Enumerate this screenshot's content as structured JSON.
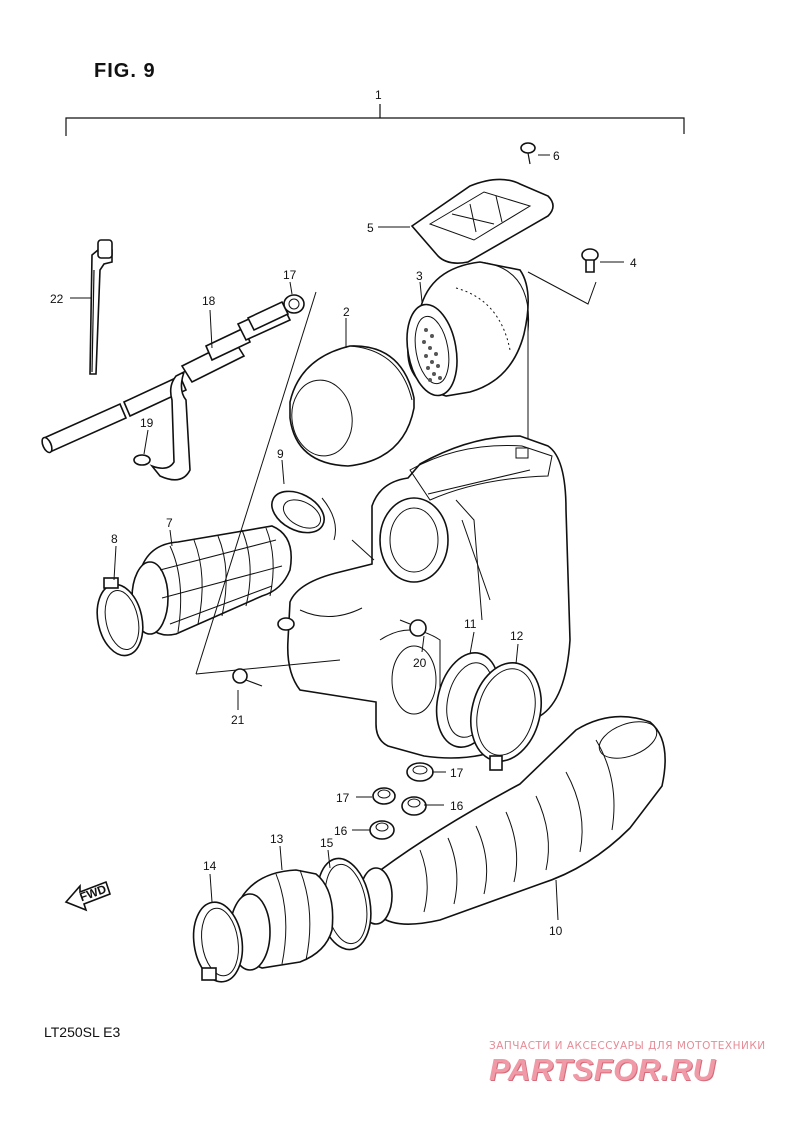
{
  "title": "FIG. 9",
  "model_label": "LT250SL  E3",
  "fwd_label": "FWD",
  "watermark": {
    "tagline": "ЗАПЧАСТИ И АКСЕССУАРЫ ДЛЯ МОТОТЕХНИКИ",
    "logo": "PARTSFOR.RU"
  },
  "callouts": {
    "c1": "1",
    "c2": "2",
    "c3": "3",
    "c4": "4",
    "c5": "5",
    "c6": "6",
    "c7": "7",
    "c8": "8",
    "c9": "9",
    "c10": "10",
    "c11": "11",
    "c12": "12",
    "c13": "13",
    "c14": "14",
    "c15": "15",
    "c16a": "16",
    "c16b": "16",
    "c17a": "17",
    "c17b": "17",
    "c17c": "17",
    "c18": "18",
    "c19": "19",
    "c20": "20",
    "c21": "21",
    "c22": "22"
  }
}
